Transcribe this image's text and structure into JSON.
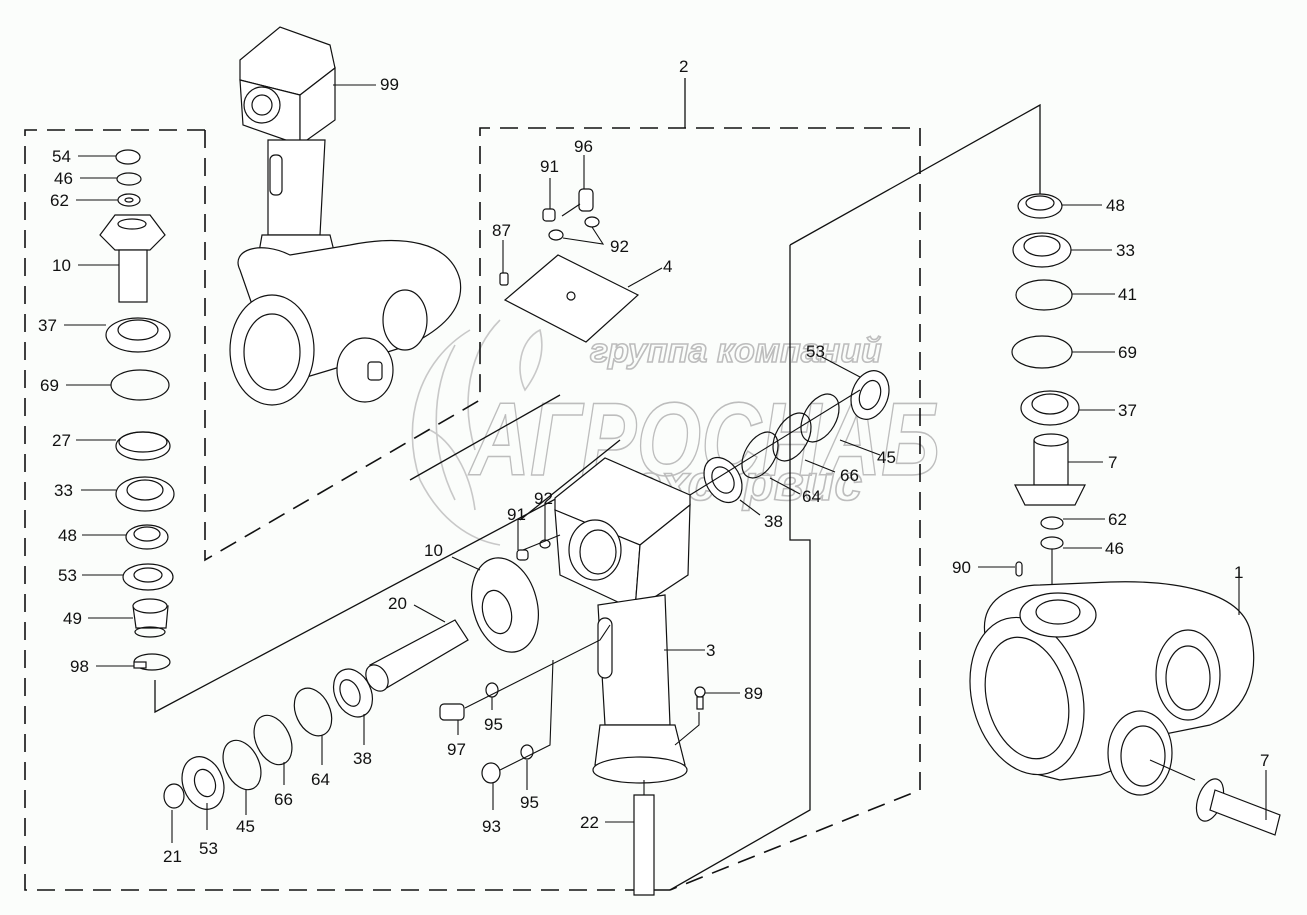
{
  "diagram": {
    "title": "Exploded parts diagram — angle gearbox assembly",
    "watermark": {
      "line1": "группа компаний",
      "line2": "АГРОСНАБ",
      "line3": "техсервис"
    },
    "assembly_label": "2",
    "callouts": {
      "left_column": [
        "54",
        "46",
        "62",
        "10",
        "37",
        "69",
        "27",
        "33",
        "48",
        "53",
        "49",
        "98"
      ],
      "top_assembly": [
        "99"
      ],
      "center_top": [
        "96",
        "91",
        "87",
        "92",
        "4"
      ],
      "center_ring_stack": [
        "53",
        "45",
        "66",
        "64",
        "38"
      ],
      "center_housing": [
        "92",
        "91",
        "10",
        "20",
        "3",
        "89",
        "97",
        "95",
        "93",
        "95",
        "22"
      ],
      "bottom_shaft_stack": [
        "21",
        "53",
        "45",
        "66",
        "64",
        "38"
      ],
      "right_column": [
        "48",
        "33",
        "41",
        "69",
        "37",
        "7",
        "62",
        "46",
        "90",
        "1",
        "7"
      ]
    },
    "labels": {
      "l54": "54",
      "l46a": "46",
      "l62a": "62",
      "l10a": "10",
      "l37a": "37",
      "l69a": "69",
      "l27": "27",
      "l33a": "33",
      "l48a": "48",
      "l53a": "53",
      "l49": "49",
      "l98": "98",
      "l99": "99",
      "l2": "2",
      "l96": "96",
      "l91a": "91",
      "l87": "87",
      "l92a": "92",
      "l4": "4",
      "l53b": "53",
      "l45b": "45",
      "l66b": "66",
      "l64b": "64",
      "l38b": "38",
      "l92b": "92",
      "l91b": "91",
      "l10b": "10",
      "l20": "20",
      "l3": "3",
      "l89": "89",
      "l97": "97",
      "l95a": "95",
      "l93": "93",
      "l95b": "95",
      "l22": "22",
      "l21": "21",
      "l53c": "53",
      "l45c": "45",
      "l66c": "66",
      "l64c": "64",
      "l38c": "38",
      "l48b": "48",
      "l33b": "33",
      "l41": "41",
      "l69b": "69",
      "l37b": "37",
      "l7a": "7",
      "l62b": "62",
      "l46b": "46",
      "l90": "90",
      "l1": "1",
      "l7b": "7"
    }
  }
}
